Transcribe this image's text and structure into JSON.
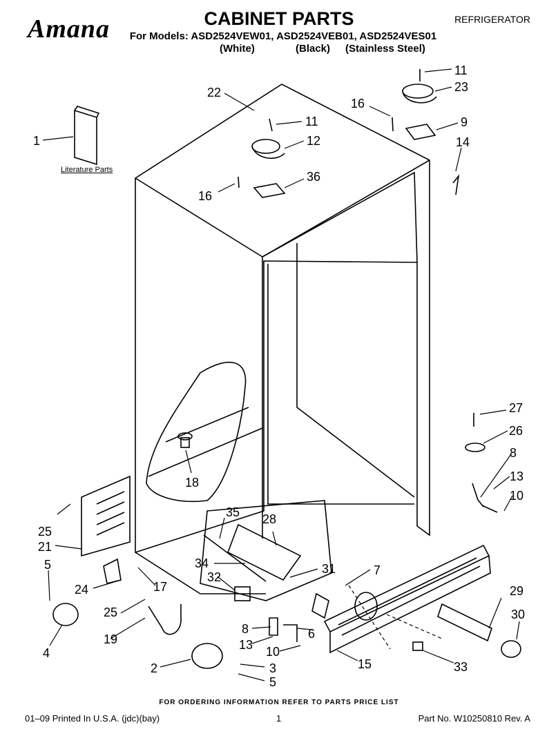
{
  "header": {
    "brand": "Amana",
    "title": "CABINET PARTS",
    "category": "REFRIGERATOR",
    "models_line": "For Models: ASD2524VEW01, ASD2524VEB01, ASD2524VES01",
    "finishes": [
      "(White)",
      "(Black)",
      "(Stainless Steel)"
    ]
  },
  "literature_label": "Literature Parts",
  "callouts": [
    {
      "id": "c1",
      "text": "1"
    },
    {
      "id": "c22",
      "text": "22"
    },
    {
      "id": "c11a",
      "text": "11"
    },
    {
      "id": "c12",
      "text": "12"
    },
    {
      "id": "c16a",
      "text": "16"
    },
    {
      "id": "c36",
      "text": "36"
    },
    {
      "id": "c11b",
      "text": "11"
    },
    {
      "id": "c23",
      "text": "23"
    },
    {
      "id": "c16b",
      "text": "16"
    },
    {
      "id": "c9",
      "text": "9"
    },
    {
      "id": "c14",
      "text": "14"
    },
    {
      "id": "c27",
      "text": "27"
    },
    {
      "id": "c26",
      "text": "26"
    },
    {
      "id": "c8a",
      "text": "8"
    },
    {
      "id": "c13a",
      "text": "13"
    },
    {
      "id": "c10a",
      "text": "10"
    },
    {
      "id": "c18",
      "text": "18"
    },
    {
      "id": "c35",
      "text": "35"
    },
    {
      "id": "c28",
      "text": "28"
    },
    {
      "id": "c25a",
      "text": "25"
    },
    {
      "id": "c21",
      "text": "21"
    },
    {
      "id": "c5a",
      "text": "5"
    },
    {
      "id": "c34",
      "text": "34"
    },
    {
      "id": "c31",
      "text": "31"
    },
    {
      "id": "c7",
      "text": "7"
    },
    {
      "id": "c24",
      "text": "24"
    },
    {
      "id": "c17",
      "text": "17"
    },
    {
      "id": "c32",
      "text": "32"
    },
    {
      "id": "c25b",
      "text": "25"
    },
    {
      "id": "c29",
      "text": "29"
    },
    {
      "id": "c19",
      "text": "19"
    },
    {
      "id": "c30",
      "text": "30"
    },
    {
      "id": "c8b",
      "text": "8"
    },
    {
      "id": "c6",
      "text": "6"
    },
    {
      "id": "c4",
      "text": "4"
    },
    {
      "id": "c13b",
      "text": "13"
    },
    {
      "id": "c10b",
      "text": "10"
    },
    {
      "id": "c2",
      "text": "2"
    },
    {
      "id": "c3",
      "text": "3"
    },
    {
      "id": "c15",
      "text": "15"
    },
    {
      "id": "c33",
      "text": "33"
    },
    {
      "id": "c5b",
      "text": "5"
    }
  ],
  "footer": {
    "order_note": "FOR ORDERING INFORMATION REFER TO PARTS PRICE LIST",
    "printed": "01–09 Printed In U.S.A. (jdc)(bay)",
    "page": "1",
    "part_no": "Part No. W10250810 Rev. A"
  }
}
